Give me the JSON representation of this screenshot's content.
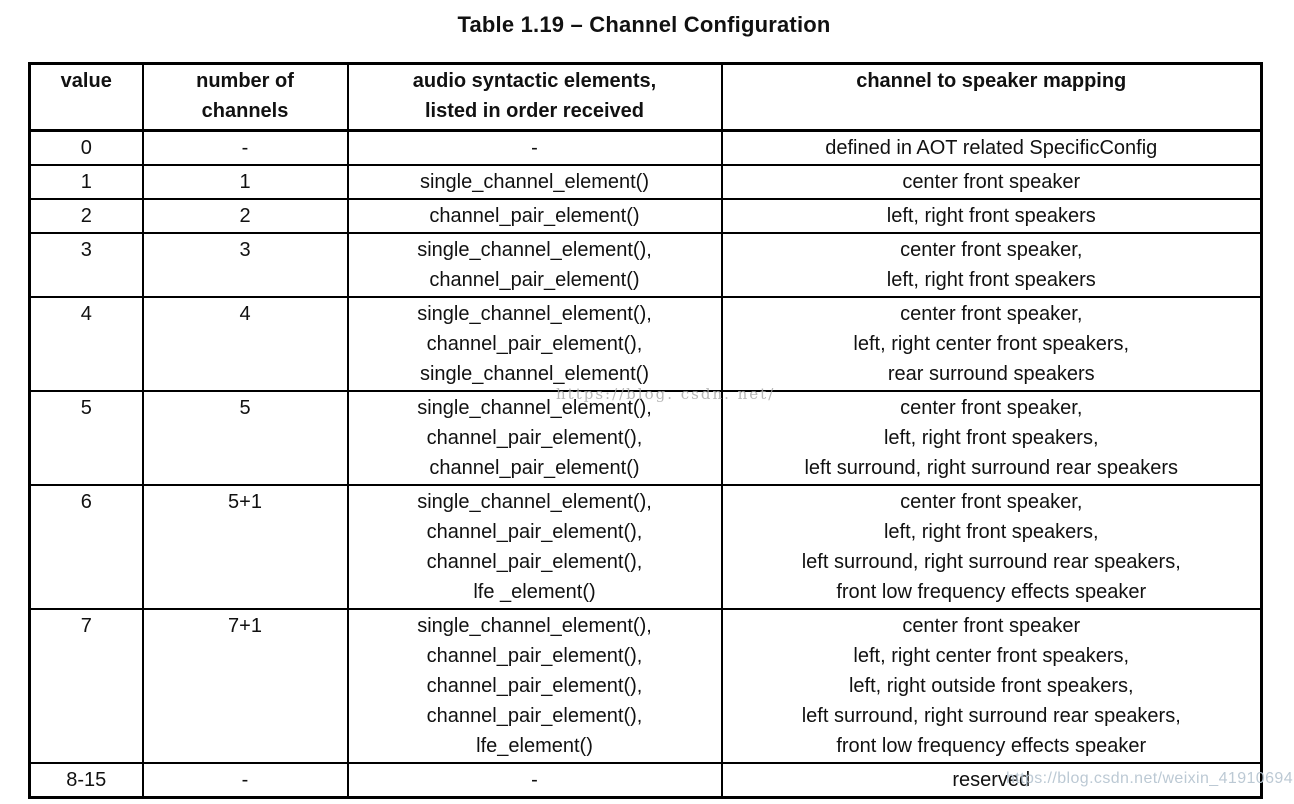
{
  "page": {
    "title": "Table 1.19 – Channel Configuration"
  },
  "table": {
    "headers": [
      "value",
      "number of\nchannels",
      "audio syntactic elements,\nlisted in order received",
      "channel to speaker mapping"
    ],
    "rows": [
      {
        "value": "0",
        "channels": "-",
        "elements": "-",
        "mapping": "defined in AOT related SpecificConfig"
      },
      {
        "value": "1",
        "channels": "1",
        "elements": "single_channel_element()",
        "mapping": "center front speaker"
      },
      {
        "value": "2",
        "channels": "2",
        "elements": "channel_pair_element()",
        "mapping": "left, right front speakers"
      },
      {
        "value": "3",
        "channels": "3",
        "elements": "single_channel_element(),\nchannel_pair_element()",
        "mapping": "center front speaker,\nleft, right front speakers"
      },
      {
        "value": "4",
        "channels": "4",
        "elements": "single_channel_element(),\nchannel_pair_element(),\nsingle_channel_element()",
        "mapping": "center front speaker,\nleft, right center front speakers,\nrear surround speakers"
      },
      {
        "value": "5",
        "channels": "5",
        "elements": "single_channel_element(),\nchannel_pair_element(),\nchannel_pair_element()",
        "mapping": "center front speaker,\nleft, right front speakers,\nleft surround, right surround rear speakers"
      },
      {
        "value": "6",
        "channels": "5+1",
        "elements": "single_channel_element(),\nchannel_pair_element(),\nchannel_pair_element(),\nlfe _element()",
        "mapping": "center front speaker,\nleft, right front speakers,\nleft surround, right surround rear speakers,\nfront low frequency effects speaker"
      },
      {
        "value": "7",
        "channels": "7+1",
        "elements": "single_channel_element(),\nchannel_pair_element(),\nchannel_pair_element(),\nchannel_pair_element(),\nlfe_element()",
        "mapping": "center front speaker\nleft, right center front speakers,\nleft, right outside front speakers,\nleft surround, right surround rear speakers,\nfront low frequency effects speaker"
      },
      {
        "value": "8-15",
        "channels": "-",
        "elements": "-",
        "mapping": "reserved"
      }
    ]
  },
  "watermarks": {
    "center": "https://blog. csdn. net/",
    "bottom": "https://blog.csdn.net/weixin_41910694"
  },
  "colors": {
    "background": "#ffffff",
    "text": "#111111",
    "border": "#000000",
    "watermark_gray": "#ababab",
    "watermark_blue": "#b9c7d2"
  }
}
